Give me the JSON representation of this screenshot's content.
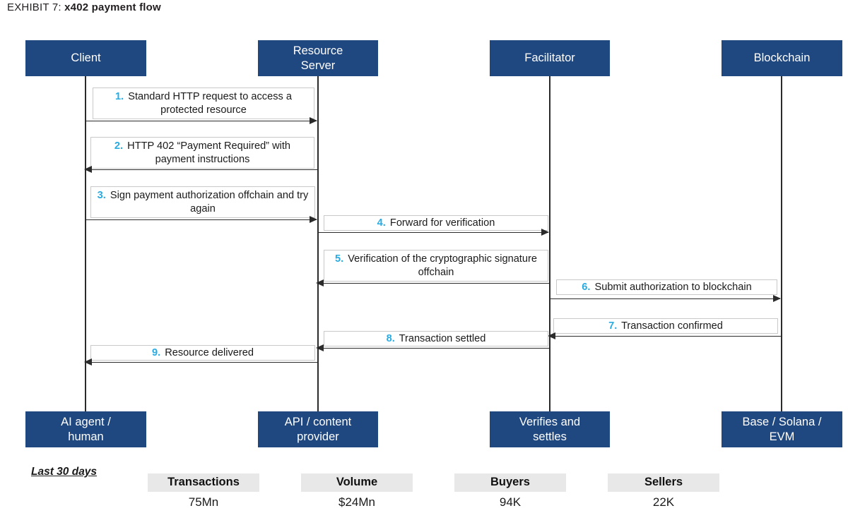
{
  "title": {
    "label": "EXHIBIT 7:",
    "name": "x402 payment flow"
  },
  "colors": {
    "actor_box": "#1f4780",
    "step_number": "#29abe2",
    "stat_header_bg": "#e8e8e8",
    "line": "#2b2b2b",
    "label_border": "#c9c9c9"
  },
  "actors": [
    {
      "key": "client",
      "top_label": "Client",
      "bottom_label": "AI agent /\nhuman",
      "bottom_line1": "AI agent /",
      "bottom_line2": "human"
    },
    {
      "key": "resource-server",
      "top_label": "Resource\nServer",
      "top_line1": "Resource",
      "top_line2": "Server",
      "bottom_label": "API / content\nprovider",
      "bottom_line1": "API / content",
      "bottom_line2": "provider"
    },
    {
      "key": "facilitator",
      "top_label": "Facilitator",
      "bottom_label": "Verifies and\nsettles",
      "bottom_line1": "Verifies and",
      "bottom_line2": "settles"
    },
    {
      "key": "blockchain",
      "top_label": "Blockchain",
      "bottom_label": "Base / Solana /\nEVM",
      "bottom_line1": "Base / Solana /",
      "bottom_line2": "EVM"
    }
  ],
  "messages": [
    {
      "num": "1.",
      "text": "Standard HTTP request to access a protected resource",
      "from": "client",
      "to": "resource-server",
      "direction": "right"
    },
    {
      "num": "2.",
      "text": "HTTP 402 “Payment Required” with payment instructions",
      "from": "resource-server",
      "to": "client",
      "direction": "left"
    },
    {
      "num": "3.",
      "text": "Sign payment authorization offchain and try again",
      "from": "client",
      "to": "resource-server",
      "direction": "right"
    },
    {
      "num": "4.",
      "text": "Forward for verification",
      "from": "resource-server",
      "to": "facilitator",
      "direction": "right"
    },
    {
      "num": "5.",
      "text": "Verification of the cryptographic signature offchain",
      "from": "facilitator",
      "to": "resource-server",
      "direction": "left"
    },
    {
      "num": "6.",
      "text": "Submit authorization to blockchain",
      "from": "facilitator",
      "to": "blockchain",
      "direction": "right"
    },
    {
      "num": "7.",
      "text": "Transaction confirmed",
      "from": "blockchain",
      "to": "facilitator",
      "direction": "left"
    },
    {
      "num": "8.",
      "text": "Transaction settled",
      "from": "facilitator",
      "to": "resource-server",
      "direction": "left"
    },
    {
      "num": "9.",
      "text": "Resource delivered",
      "from": "resource-server",
      "to": "client",
      "direction": "left"
    }
  ],
  "footer": {
    "caption": "Last 30 days",
    "stats": [
      {
        "header": "Transactions",
        "value": "75Mn"
      },
      {
        "header": "Volume",
        "value": "$24Mn"
      },
      {
        "header": "Buyers",
        "value": "94K"
      },
      {
        "header": "Sellers",
        "value": "22K"
      }
    ]
  }
}
